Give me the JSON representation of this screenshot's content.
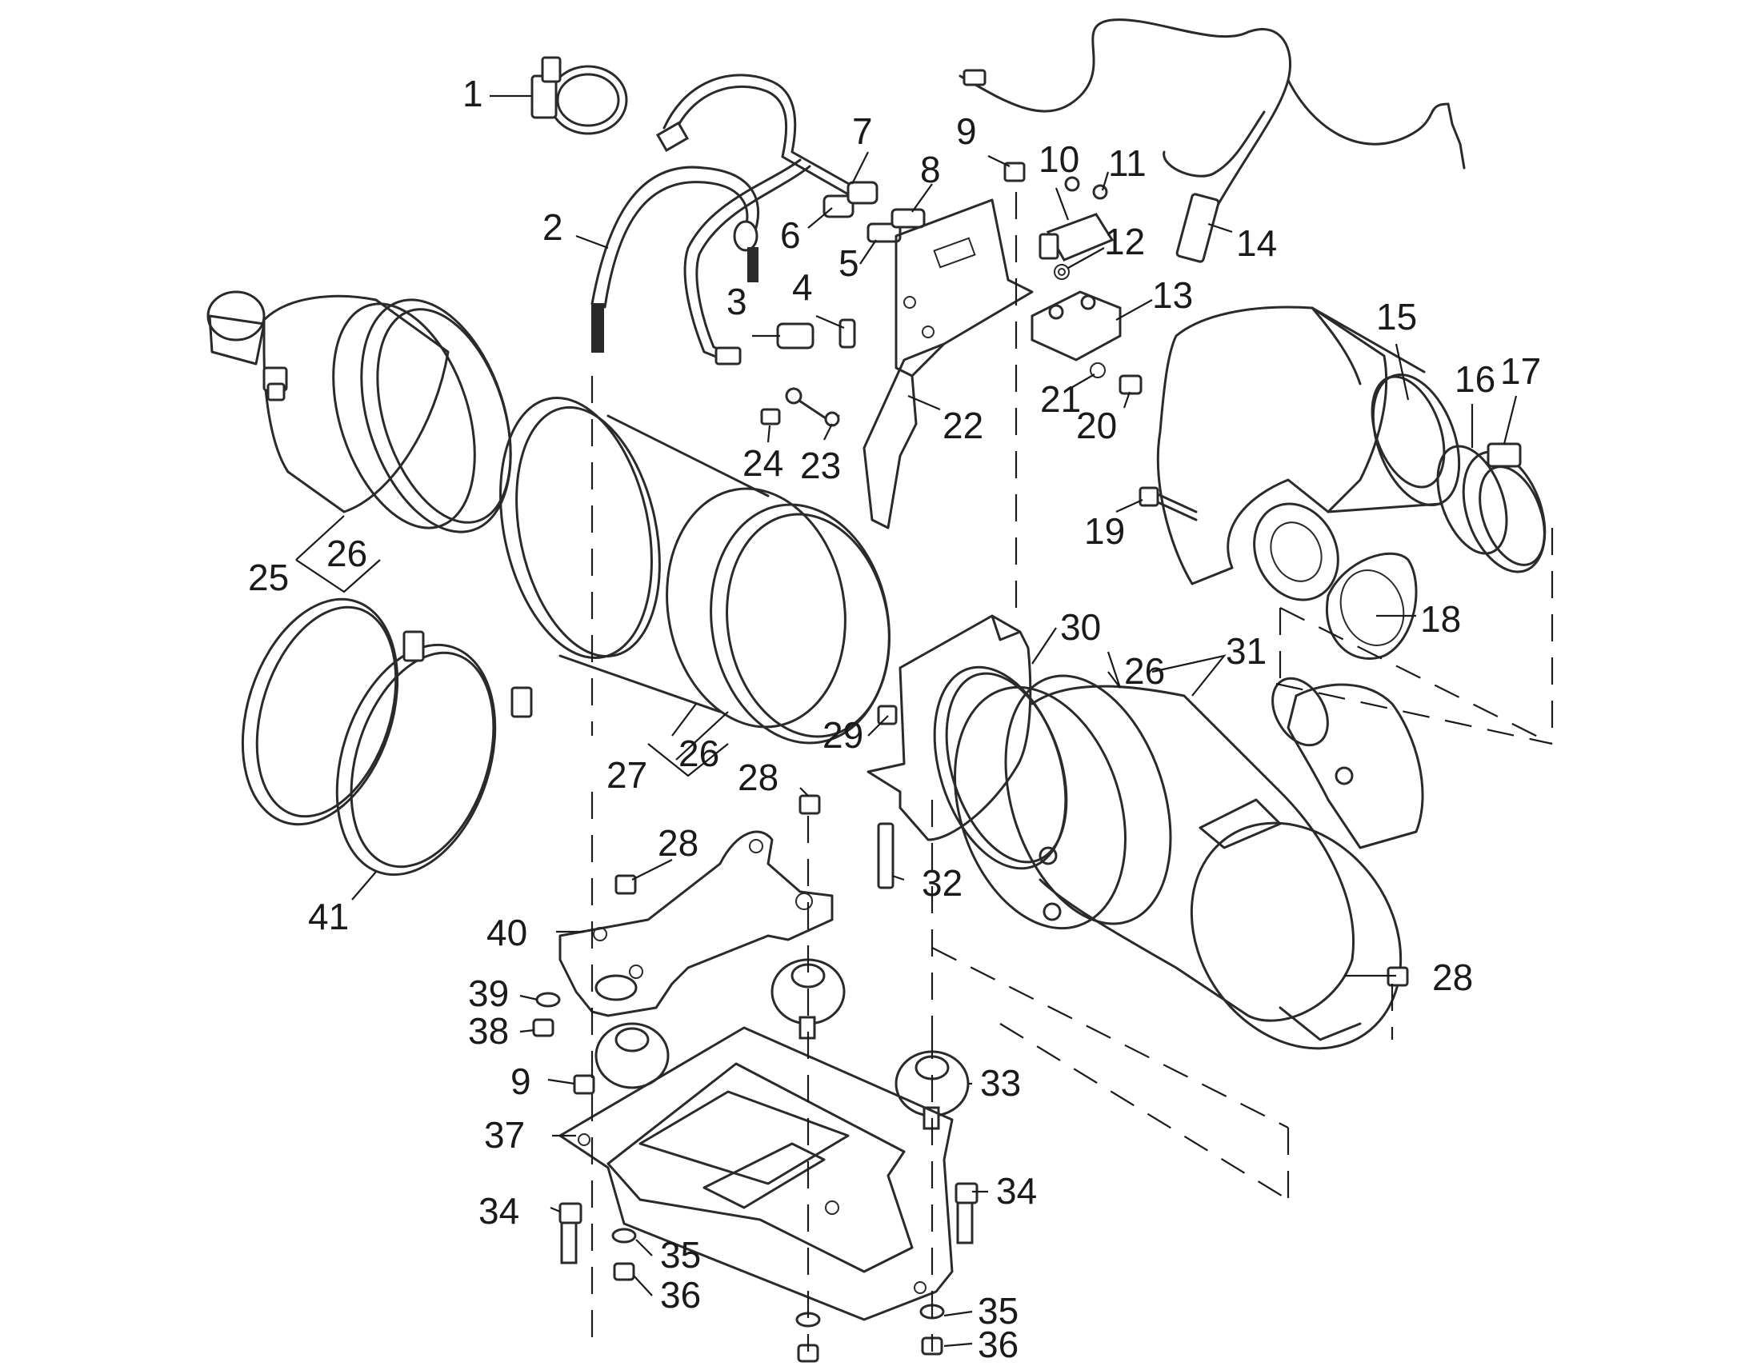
{
  "callouts": [
    {
      "id": "c1",
      "text": "1"
    },
    {
      "id": "c2",
      "text": "2"
    },
    {
      "id": "c3",
      "text": "3"
    },
    {
      "id": "c4",
      "text": "4"
    },
    {
      "id": "c5",
      "text": "5"
    },
    {
      "id": "c6",
      "text": "6"
    },
    {
      "id": "c7",
      "text": "7"
    },
    {
      "id": "c8",
      "text": "8"
    },
    {
      "id": "c9a",
      "text": "9"
    },
    {
      "id": "c9b",
      "text": "9"
    },
    {
      "id": "c10",
      "text": "10"
    },
    {
      "id": "c11",
      "text": "11"
    },
    {
      "id": "c12",
      "text": "12"
    },
    {
      "id": "c13",
      "text": "13"
    },
    {
      "id": "c14",
      "text": "14"
    },
    {
      "id": "c15",
      "text": "15"
    },
    {
      "id": "c16",
      "text": "16"
    },
    {
      "id": "c17",
      "text": "17"
    },
    {
      "id": "c18",
      "text": "18"
    },
    {
      "id": "c19",
      "text": "19"
    },
    {
      "id": "c20",
      "text": "20"
    },
    {
      "id": "c21",
      "text": "21"
    },
    {
      "id": "c22",
      "text": "22"
    },
    {
      "id": "c23",
      "text": "23"
    },
    {
      "id": "c24",
      "text": "24"
    },
    {
      "id": "c25",
      "text": "25"
    },
    {
      "id": "c26a",
      "text": "26"
    },
    {
      "id": "c26b",
      "text": "26"
    },
    {
      "id": "c26c",
      "text": "26"
    },
    {
      "id": "c27",
      "text": "27"
    },
    {
      "id": "c28a",
      "text": "28"
    },
    {
      "id": "c28b",
      "text": "28"
    },
    {
      "id": "c28c",
      "text": "28"
    },
    {
      "id": "c29",
      "text": "29"
    },
    {
      "id": "c30",
      "text": "30"
    },
    {
      "id": "c31",
      "text": "31"
    },
    {
      "id": "c32",
      "text": "32"
    },
    {
      "id": "c33",
      "text": "33"
    },
    {
      "id": "c34a",
      "text": "34"
    },
    {
      "id": "c34b",
      "text": "34"
    },
    {
      "id": "c35a",
      "text": "35"
    },
    {
      "id": "c35b",
      "text": "35"
    },
    {
      "id": "c36a",
      "text": "36"
    },
    {
      "id": "c36b",
      "text": "36"
    },
    {
      "id": "c37",
      "text": "37"
    },
    {
      "id": "c38",
      "text": "38"
    },
    {
      "id": "c39",
      "text": "39"
    },
    {
      "id": "c40",
      "text": "40"
    },
    {
      "id": "c41",
      "text": "41"
    }
  ],
  "colors": {
    "ink": "#2a2a2a",
    "background": "#ffffff"
  }
}
